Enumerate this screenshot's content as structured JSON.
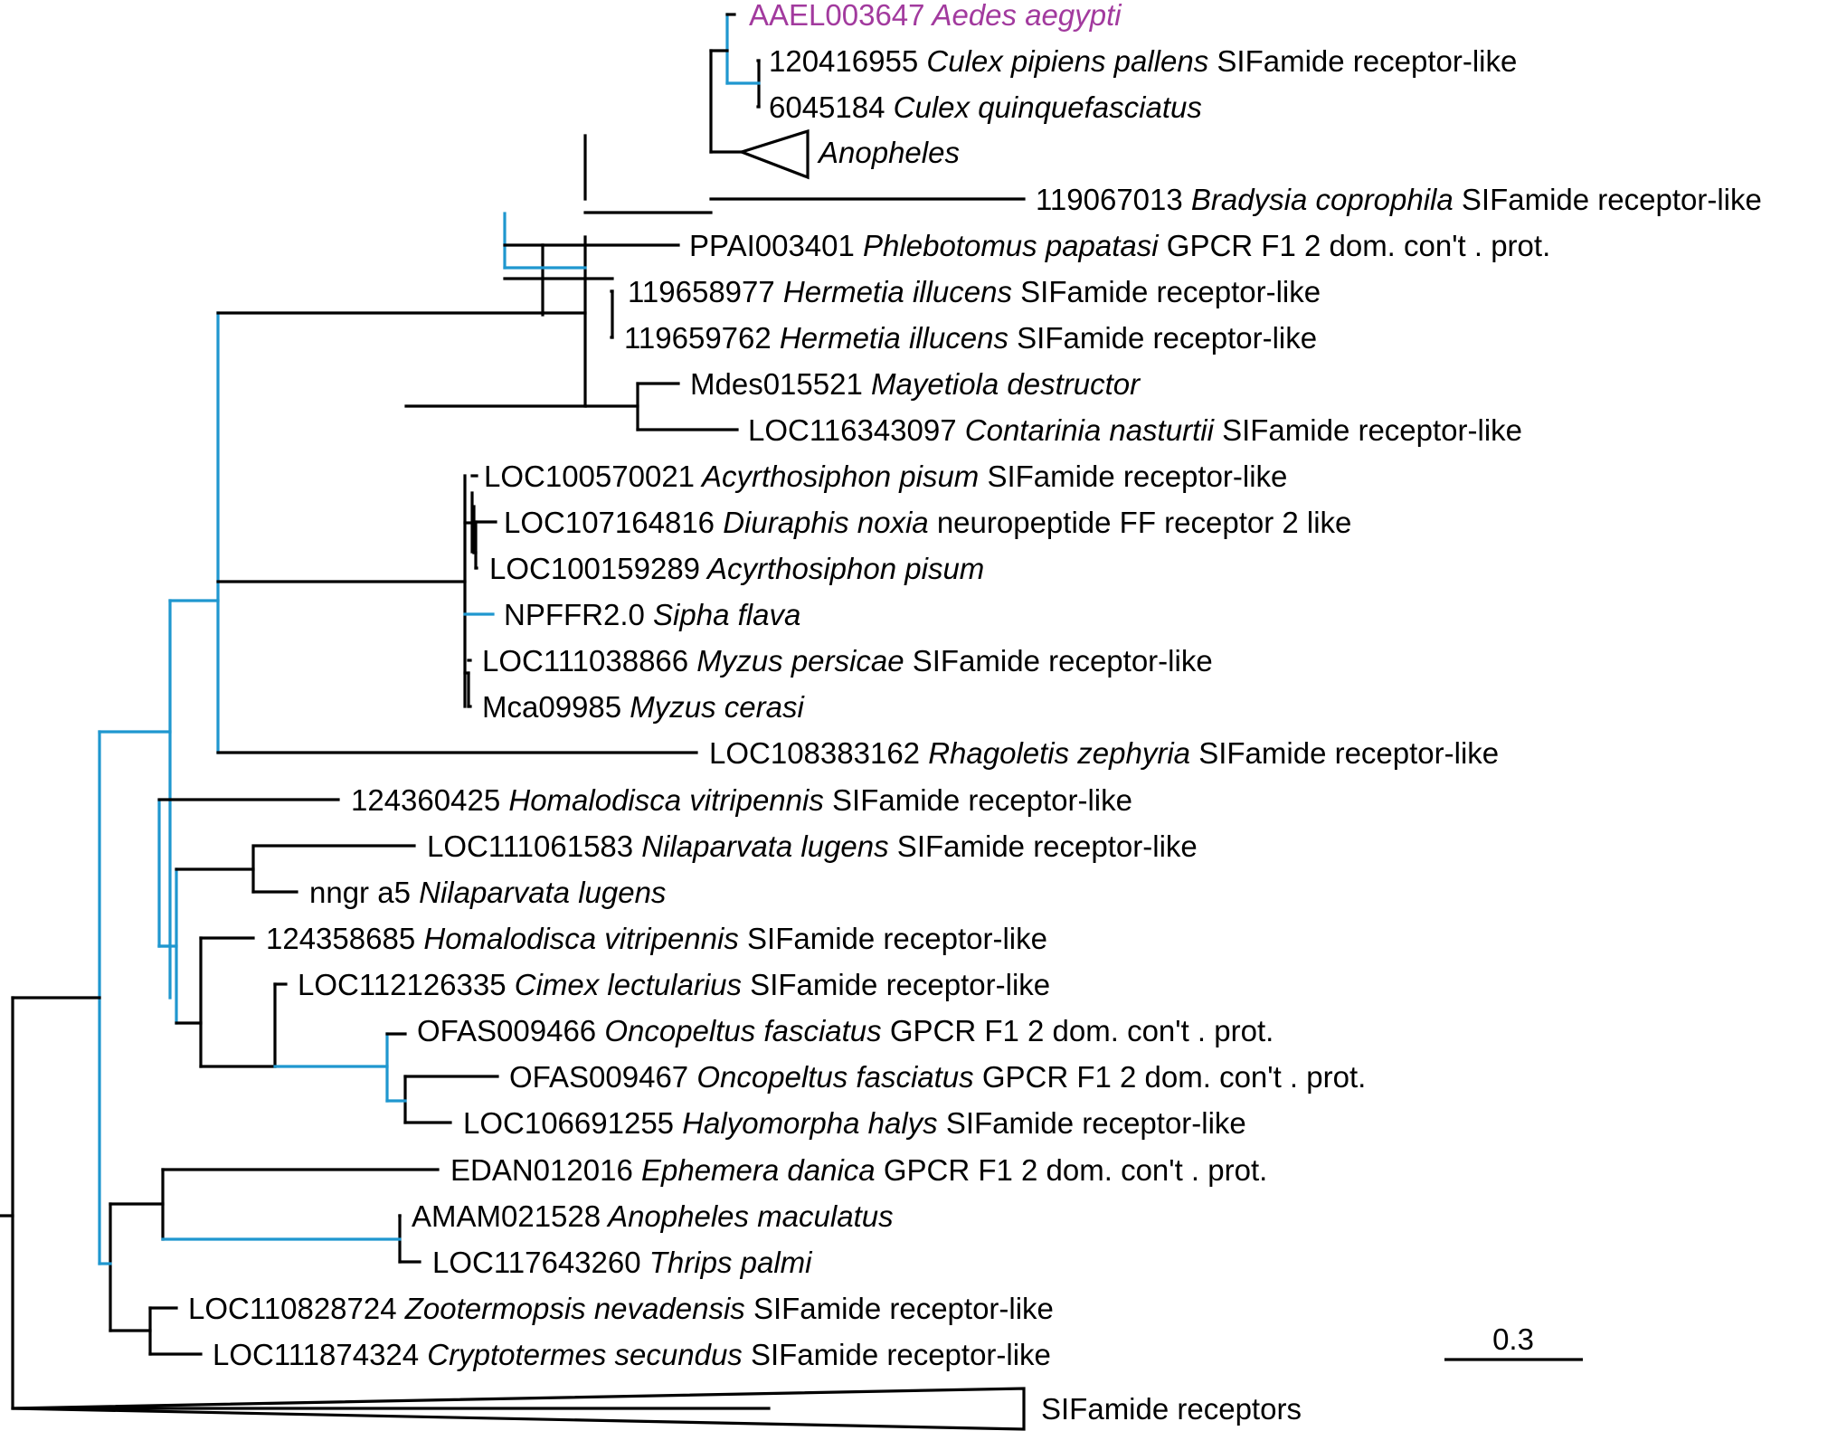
{
  "colors": {
    "branch": "#000000",
    "support": "#1f97cf",
    "highlight": "#a23a9e"
  },
  "scale_bar": {
    "label": "0.3"
  },
  "taxa": [
    {
      "id": "AAEL003647",
      "species": "Aedes aegypti",
      "desc": "",
      "highlight": true
    },
    {
      "id": "120416955",
      "species": "Culex pipiens pallens",
      "desc": "SIFamide receptor-like"
    },
    {
      "id": "6045184",
      "species": "Culex quinquefasciatus",
      "desc": ""
    },
    {
      "id": "",
      "species": "Anopheles",
      "desc": "",
      "collapsed": true
    },
    {
      "id": "119067013",
      "species": "Bradysia coprophila",
      "desc": "SIFamide receptor-like"
    },
    {
      "id": "PPAI003401",
      "species": "Phlebotomus papatasi",
      "desc": "GPCR F1 2 dom. con't . prot."
    },
    {
      "id": "119658977",
      "species": "Hermetia illucens",
      "desc": "SIFamide receptor-like"
    },
    {
      "id": "119659762",
      "species": "Hermetia illucens",
      "desc": "SIFamide receptor-like"
    },
    {
      "id": "Mdes015521",
      "species": "Mayetiola destructor",
      "desc": ""
    },
    {
      "id": "LOC116343097",
      "species": "Contarinia nasturtii",
      "desc": "SIFamide receptor-like"
    },
    {
      "id": "LOC100570021",
      "species": "Acyrthosiphon pisum",
      "desc": "SIFamide receptor-like"
    },
    {
      "id": "LOC107164816",
      "species": "Diuraphis noxia",
      "desc": "neuropeptide FF receptor 2 like"
    },
    {
      "id": "LOC100159289",
      "species": "Acyrthosiphon pisum",
      "desc": ""
    },
    {
      "id": "NPFFR2.0",
      "species": "Sipha flava",
      "desc": ""
    },
    {
      "id": "LOC111038866",
      "species": "Myzus persicae",
      "desc": "SIFamide receptor-like"
    },
    {
      "id": "Mca09985",
      "species": "Myzus cerasi",
      "desc": ""
    },
    {
      "id": "LOC108383162",
      "species": "Rhagoletis zephyria",
      "desc": "SIFamide receptor-like"
    },
    {
      "id": "124360425",
      "species": "Homalodisca vitripennis",
      "desc": "SIFamide receptor-like"
    },
    {
      "id": "LOC111061583",
      "species": "Nilaparvata lugens",
      "desc": "SIFamide receptor-like"
    },
    {
      "id": "nngr a5",
      "species": "Nilaparvata lugens",
      "desc": ""
    },
    {
      "id": "124358685",
      "species": "Homalodisca vitripennis",
      "desc": "SIFamide receptor-like"
    },
    {
      "id": "LOC112126335",
      "species": "Cimex lectularius",
      "desc": "SIFamide receptor-like"
    },
    {
      "id": "OFAS009466",
      "species": "Oncopeltus fasciatus",
      "desc": "GPCR F1 2 dom. con't . prot."
    },
    {
      "id": "OFAS009467",
      "species": "Oncopeltus fasciatus",
      "desc": "GPCR F1 2 dom. con't . prot."
    },
    {
      "id": "LOC106691255",
      "species": "Halyomorpha halys",
      "desc": "SIFamide receptor-like"
    },
    {
      "id": "EDAN012016",
      "species": "Ephemera danica",
      "desc": "GPCR F1 2 dom. con't . prot."
    },
    {
      "id": "AMAM021528",
      "species": "Anopheles maculatus",
      "desc": ""
    },
    {
      "id": "LOC117643260",
      "species": "Thrips palmi",
      "desc": ""
    },
    {
      "id": "LOC110828724",
      "species": "Zootermopsis nevadensis",
      "desc": "SIFamide receptor-like"
    },
    {
      "id": "LOC111874324",
      "species": "Cryptotermes secundus",
      "desc": "SIFamide receptor-like"
    },
    {
      "id": "",
      "species": "",
      "desc": "SIFamide receptors",
      "collapsed": true
    }
  ]
}
